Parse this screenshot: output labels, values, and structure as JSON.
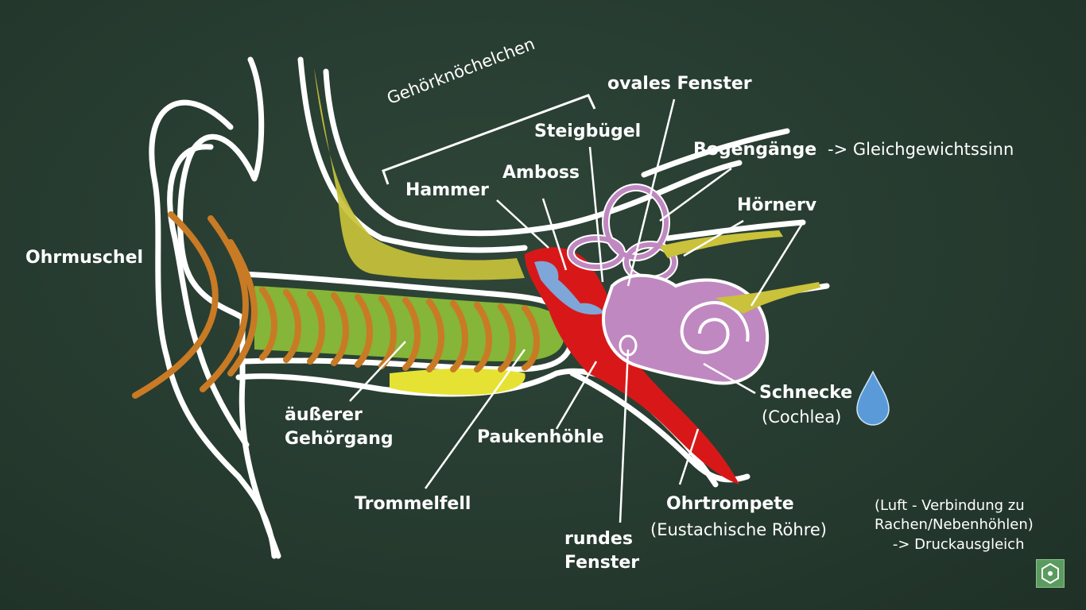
{
  "colors": {
    "chalkboard": "#24372c",
    "chalk": "#ffffff",
    "cartilage_yellow": "#c9c23a",
    "canal_green": "#8fc23a",
    "sound_wave_orange": "#c97a24",
    "ossicle_blue": "#7fa6d8",
    "middle_ear_red": "#d81818",
    "inner_ear_purple": "#c088c0",
    "drop_blue": "#5a9ad8"
  },
  "icons": [
    "water-drop-icon",
    "logo-icon"
  ],
  "labels": {
    "ohrmuschel": "Ohrmuschel",
    "gehoerknoechelchen": "Gehörknöchelchen",
    "hammer": "Hammer",
    "amboss": "Amboss",
    "steigbuegel": "Steigbügel",
    "ovales_fenster": "ovales Fenster",
    "bogengaenge": "Bogengänge",
    "bogengaenge_note": "-> Gleichgewichtssinn",
    "hoernerv": "Hörnerv",
    "schnecke": "Schnecke",
    "cochlea": "(Cochlea)",
    "aeusserer_gehoergang": "äußerer\nGehörgang",
    "paukenhoehle": "Paukenhöhle",
    "trommelfell": "Trommelfell",
    "rundes_fenster": "rundes\nFenster",
    "ohrtrompete": "Ohrtrompete",
    "eustachische_roehre": "(Eustachische Röhre)",
    "note": "(Luft - Verbindung zu\nRachen/Nebenhöhlen)\n    -> Druckausgleich"
  }
}
